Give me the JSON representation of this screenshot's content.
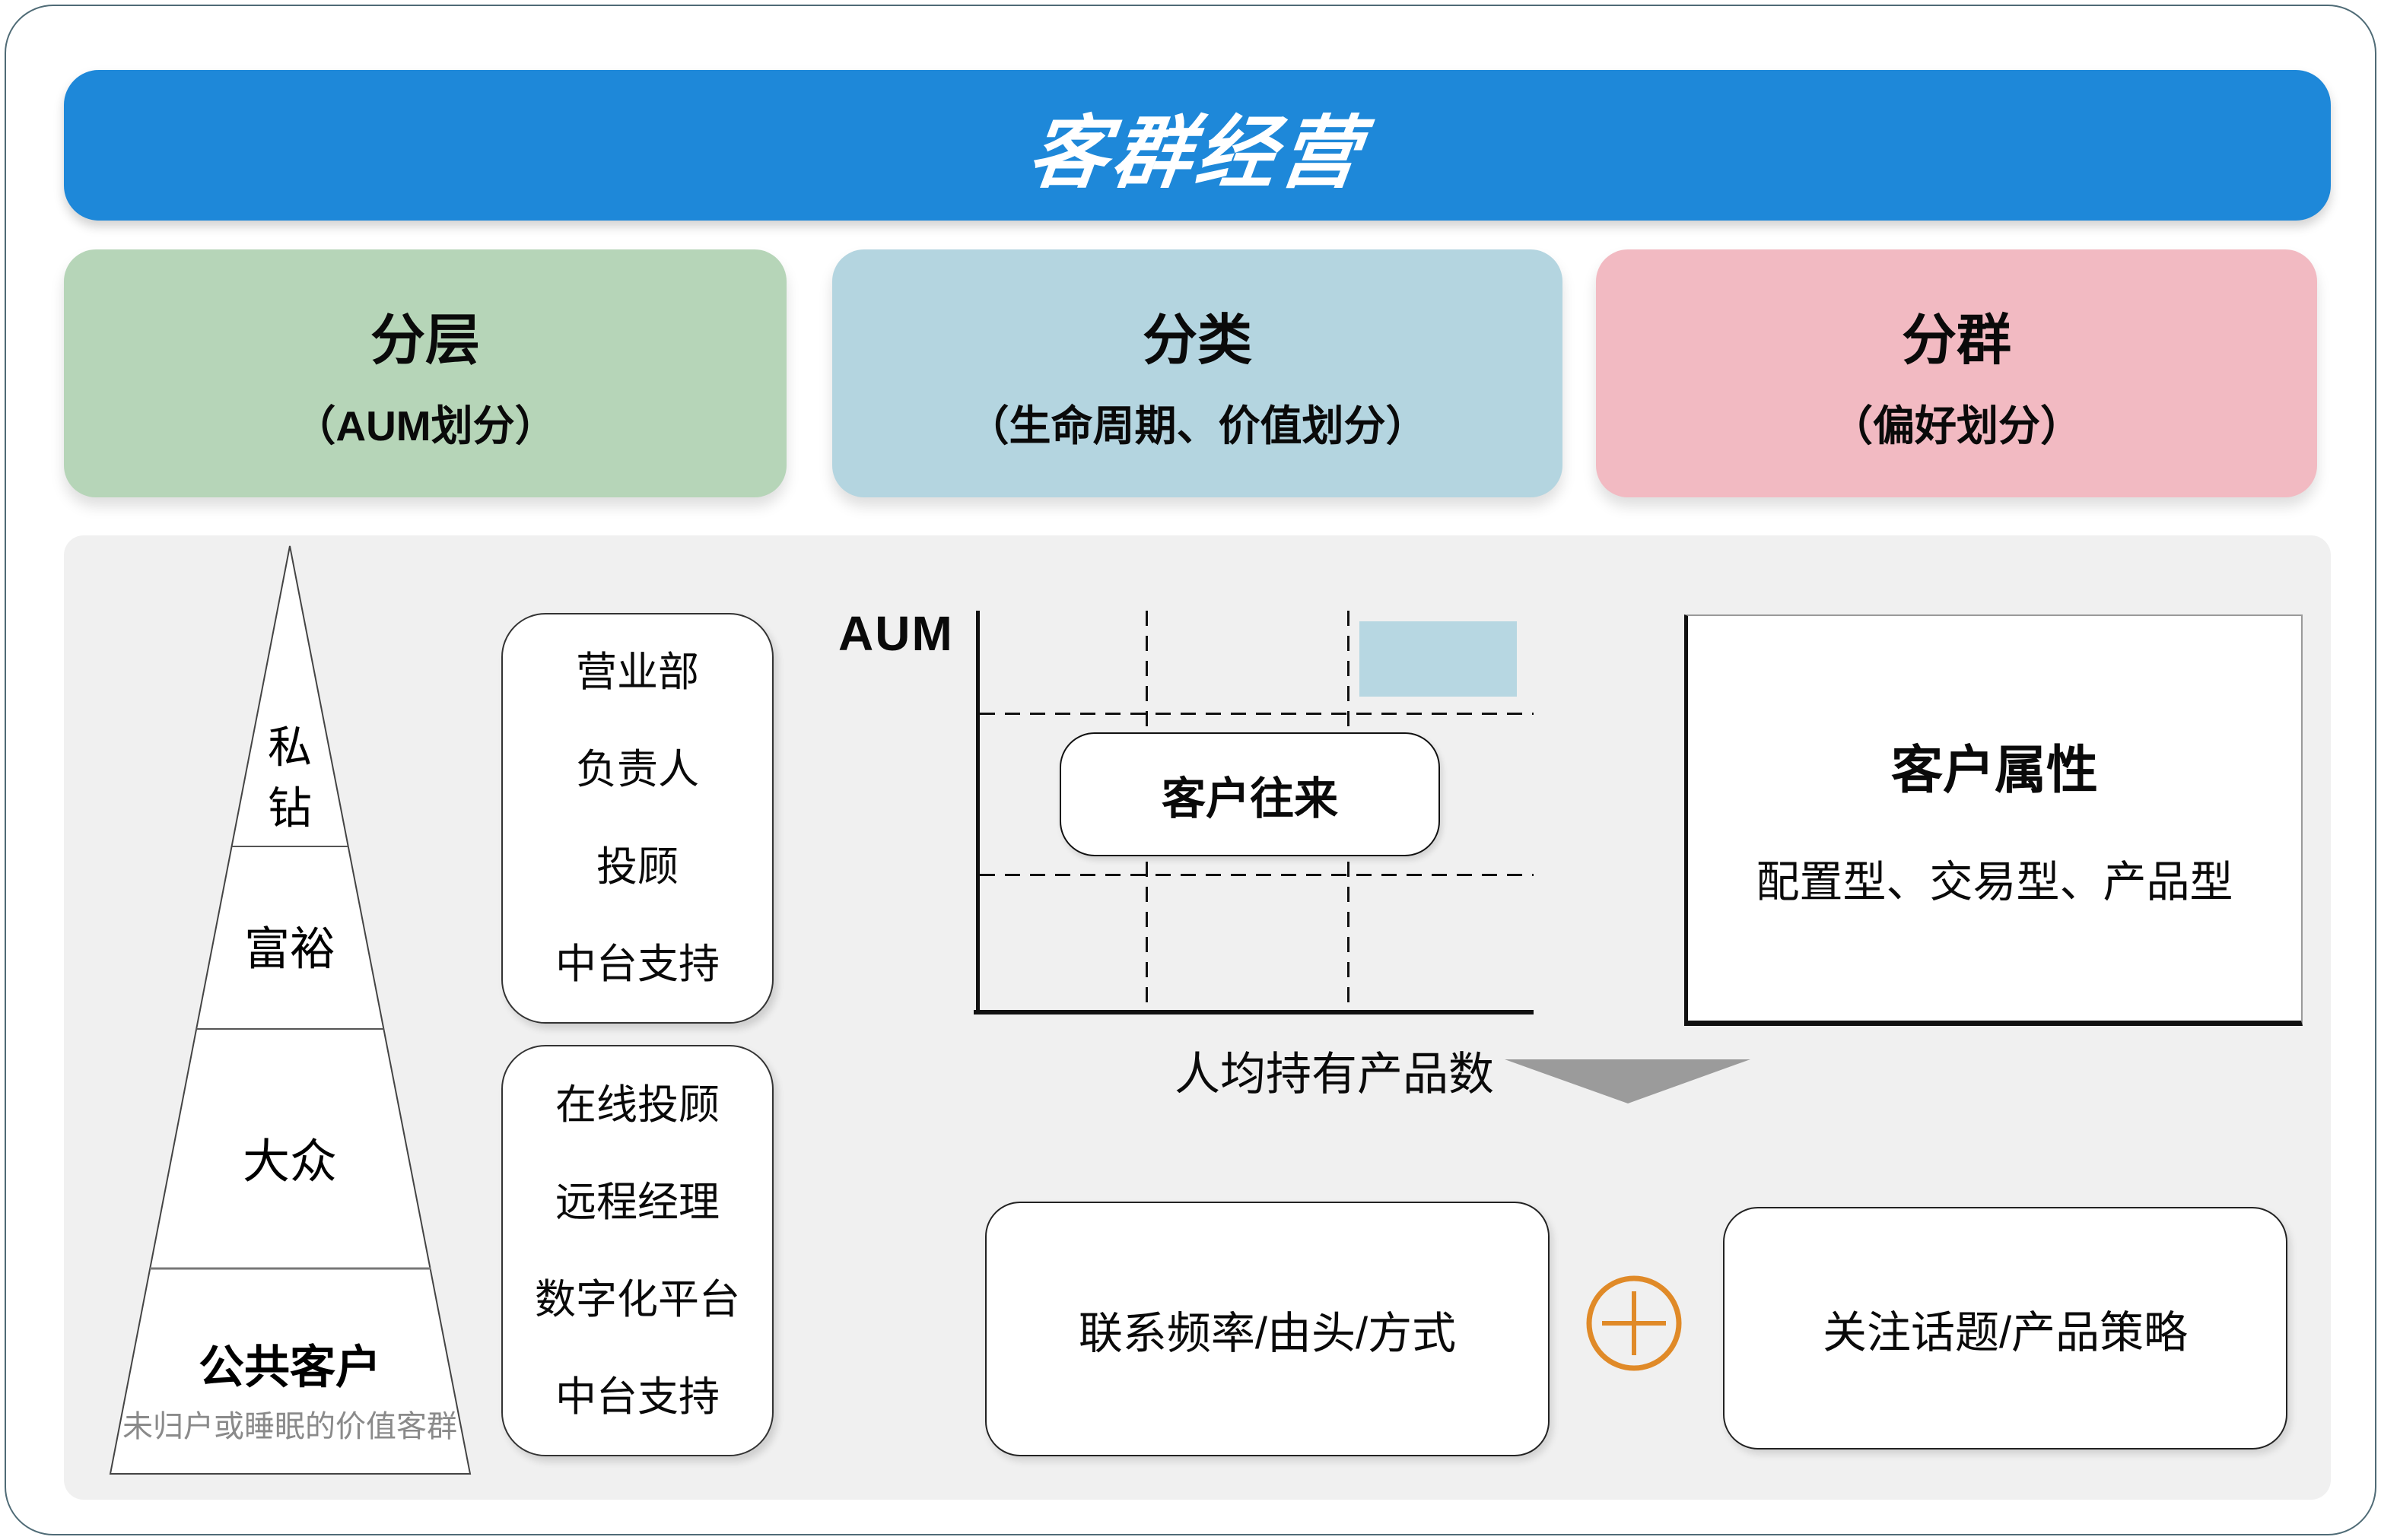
{
  "banner": {
    "title": "客群经营"
  },
  "categories": [
    {
      "title": "分层",
      "subtitle": "（AUM划分）",
      "color": "#B6D5B8"
    },
    {
      "title": "分类",
      "subtitle": "（生命周期、价值划分）",
      "color": "#B4D5E0"
    },
    {
      "title": "分群",
      "subtitle": "（偏好划分）",
      "color": "#F2BAC2"
    }
  ],
  "pyramid": {
    "levels": [
      {
        "label": "私钻",
        "lines": [
          "私",
          "钻"
        ]
      },
      {
        "label": "富裕",
        "lines": [
          "富裕"
        ]
      },
      {
        "label": "大众",
        "lines": [
          "大众"
        ]
      },
      {
        "label": "公共客户",
        "lines": [
          "公共客户"
        ]
      }
    ],
    "caption": "未归户或睡眠的价值客群"
  },
  "support_boxes": [
    {
      "lines": [
        "营业部",
        "负责人",
        "投顾",
        "中台支持"
      ]
    },
    {
      "lines": [
        "在线投顾",
        "远程经理",
        "数字化平台",
        "中台支持"
      ]
    }
  ],
  "chart": {
    "y_axis_label": "AUM",
    "x_axis_label": "人均持有产品数",
    "center_label": "客户往来",
    "highlight_color": "#B7D7E2",
    "grid": {
      "vertical_dashed_lines": 2,
      "horizontal_dashed_lines": 2
    }
  },
  "attribute_box": {
    "title": "客户属性",
    "subtitle": "配置型、交易型、产品型"
  },
  "bottom_row": {
    "left_box": "联系频率/由头/方式",
    "right_box": "关注话题/产品策略",
    "plus_color": "#E08A28"
  },
  "colors": {
    "banner_blue": "#1E88D9",
    "panel_gray": "#F0F0F0",
    "triangle_gray": "#9B9B9B",
    "category_green": "#B6D5B8",
    "category_light_blue": "#B4D5E0",
    "category_pink": "#F2BAC2",
    "highlight_blue": "#B7D7E2",
    "plus_orange": "#E08A28"
  }
}
